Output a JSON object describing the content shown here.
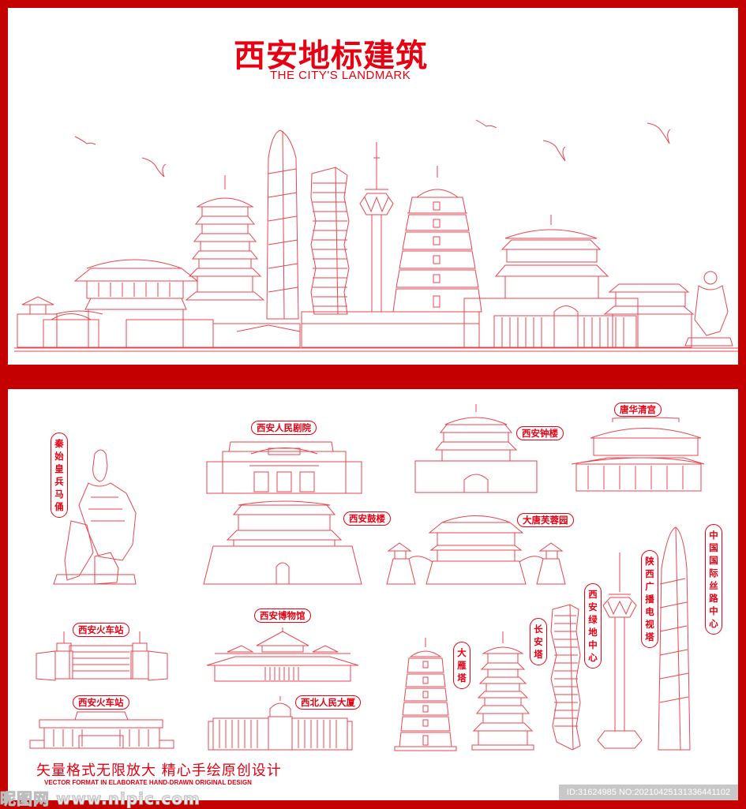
{
  "header": {
    "title_cn": "西安地标建筑",
    "title_en": "THE CITY'S LANDMARK"
  },
  "colors": {
    "frame": "#c40000",
    "accent": "#e60012",
    "line": "#e8454f",
    "panel": "#ffffff"
  },
  "landmarks": [
    {
      "id": "terracotta",
      "label": "秦始皇兵马俑",
      "orientation": "vertical"
    },
    {
      "id": "peoples-theatre",
      "label": "西安人民剧院",
      "orientation": "horizontal"
    },
    {
      "id": "bell-tower",
      "label": "西安钟楼",
      "orientation": "horizontal"
    },
    {
      "id": "huaqing-palace",
      "label": "唐华清宫",
      "orientation": "horizontal"
    },
    {
      "id": "drum-tower",
      "label": "西安鼓楼",
      "orientation": "horizontal"
    },
    {
      "id": "tang-paradise",
      "label": "大唐芙蓉园",
      "orientation": "horizontal"
    },
    {
      "id": "silk-road-center",
      "label": "中国国际丝路中心",
      "orientation": "vertical"
    },
    {
      "id": "tv-tower",
      "label": "陕西广播电视塔",
      "orientation": "vertical"
    },
    {
      "id": "greenland-center",
      "label": "西安绿地中心",
      "orientation": "vertical"
    },
    {
      "id": "changan-tower",
      "label": "长安塔",
      "orientation": "vertical"
    },
    {
      "id": "wild-goose-pagoda",
      "label": "大雁塔",
      "orientation": "vertical"
    },
    {
      "id": "railway-station-1",
      "label": "西安火车站",
      "orientation": "horizontal"
    },
    {
      "id": "museum",
      "label": "西安博物馆",
      "orientation": "horizontal"
    },
    {
      "id": "railway-station-2",
      "label": "西安火车站",
      "orientation": "horizontal"
    },
    {
      "id": "northwest-building",
      "label": "西北人民大厦",
      "orientation": "horizontal"
    }
  ],
  "footer": {
    "slogan_cn": "矢量格式无限放大  精心手绘原创设计",
    "slogan_en": "VECTOR FORMAT IN ELABORATE HAND-DRAWN ORIGINAL DESIGN",
    "watermark": "昵图网 www.nipic.com",
    "id_info": "ID:31624985 NO:20210425131336441102"
  }
}
